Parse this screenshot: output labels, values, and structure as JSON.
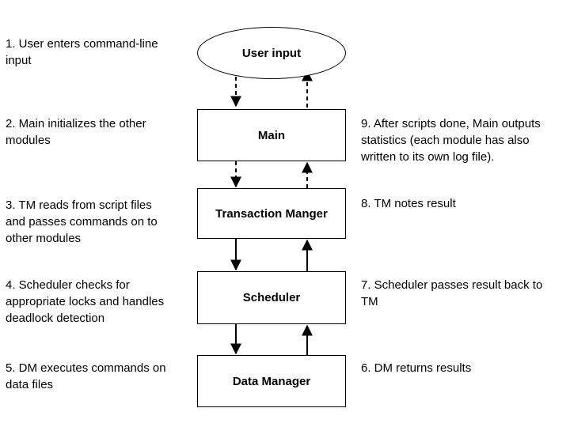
{
  "nodes": {
    "user_input": "User input",
    "main": "Main",
    "transaction_manager": "Transaction Manger",
    "scheduler": "Scheduler",
    "data_manager": "Data Manager"
  },
  "steps": {
    "s1": "1. User enters command-line\ninput",
    "s2": "2. Main initializes the other\nmodules",
    "s3": "3. TM reads from script files\nand passes commands on to\nother modules",
    "s4": "4. Scheduler checks for\nappropriate locks and handles\ndeadlock detection",
    "s5": "5. DM executes commands on\ndata files",
    "s6": "6. DM returns results",
    "s7": "7. Scheduler passes result back to\nTM",
    "s8": "8. TM notes result",
    "s9": "9. After scripts done, Main outputs\nstatistics (each module has also\nwritten to its own log file)."
  },
  "colors": {
    "stroke": "#000000",
    "fill": "#ffffff",
    "text": "#000000"
  }
}
